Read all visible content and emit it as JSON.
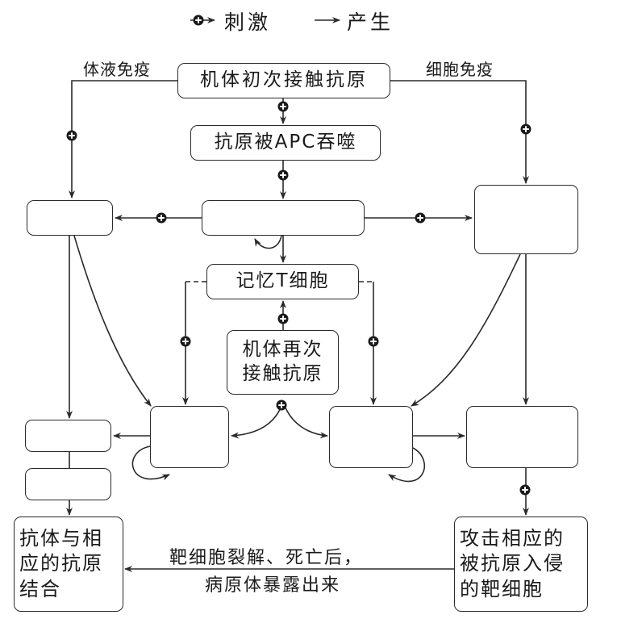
{
  "legend": {
    "stimulate_icon": "circle-plus-arrow-icon",
    "stimulate_label": "刺激",
    "produce_icon": "arrow-icon",
    "produce_label": "产生"
  },
  "branches": {
    "humoral": "体液免疫",
    "cellular": "细胞免疫"
  },
  "nodes": {
    "first_contact": "机体初次接触抗原",
    "apc": "抗原被APC吞噬",
    "center_blank": "",
    "left_blank_1": "",
    "right_blank_1": "",
    "memory_t": "记忆T细胞",
    "re_contact_line1": "机体再次",
    "re_contact_line2": "接触抗原",
    "left_blank_2": "",
    "right_blank_2": "",
    "left_blank_3a": "",
    "left_blank_3b": "",
    "right_blank_3": "",
    "antibody_bind_line1": "抗体与相",
    "antibody_bind_line2": "应的抗原",
    "antibody_bind_line3": "结合",
    "attack_line1": "攻击相应的",
    "attack_line2": "被抗原入侵",
    "attack_line3": "的靶细胞"
  },
  "edge_caption": {
    "line1": "靶细胞裂解、死亡后，",
    "line2": "病原体暴露出来"
  }
}
